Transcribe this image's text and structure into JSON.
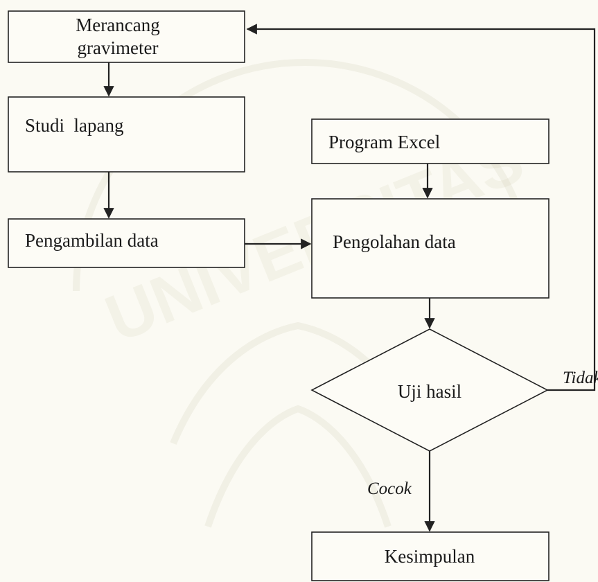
{
  "watermark": {
    "text": "UNIVERSITAS"
  },
  "nodes": {
    "merancang": {
      "line1": "Merancang",
      "line2": "gravimeter"
    },
    "studi_lapang": "Studi  lapang",
    "pengambilan_data": "Pengambilan data",
    "program_excel": "Program Excel",
    "pengolahan_data": "Pengolahan data",
    "uji_hasil": "Uji hasil",
    "kesimpulan": "Kesimpulan"
  },
  "edges": {
    "tidak": "Tidak",
    "cocok": "Cocok"
  }
}
